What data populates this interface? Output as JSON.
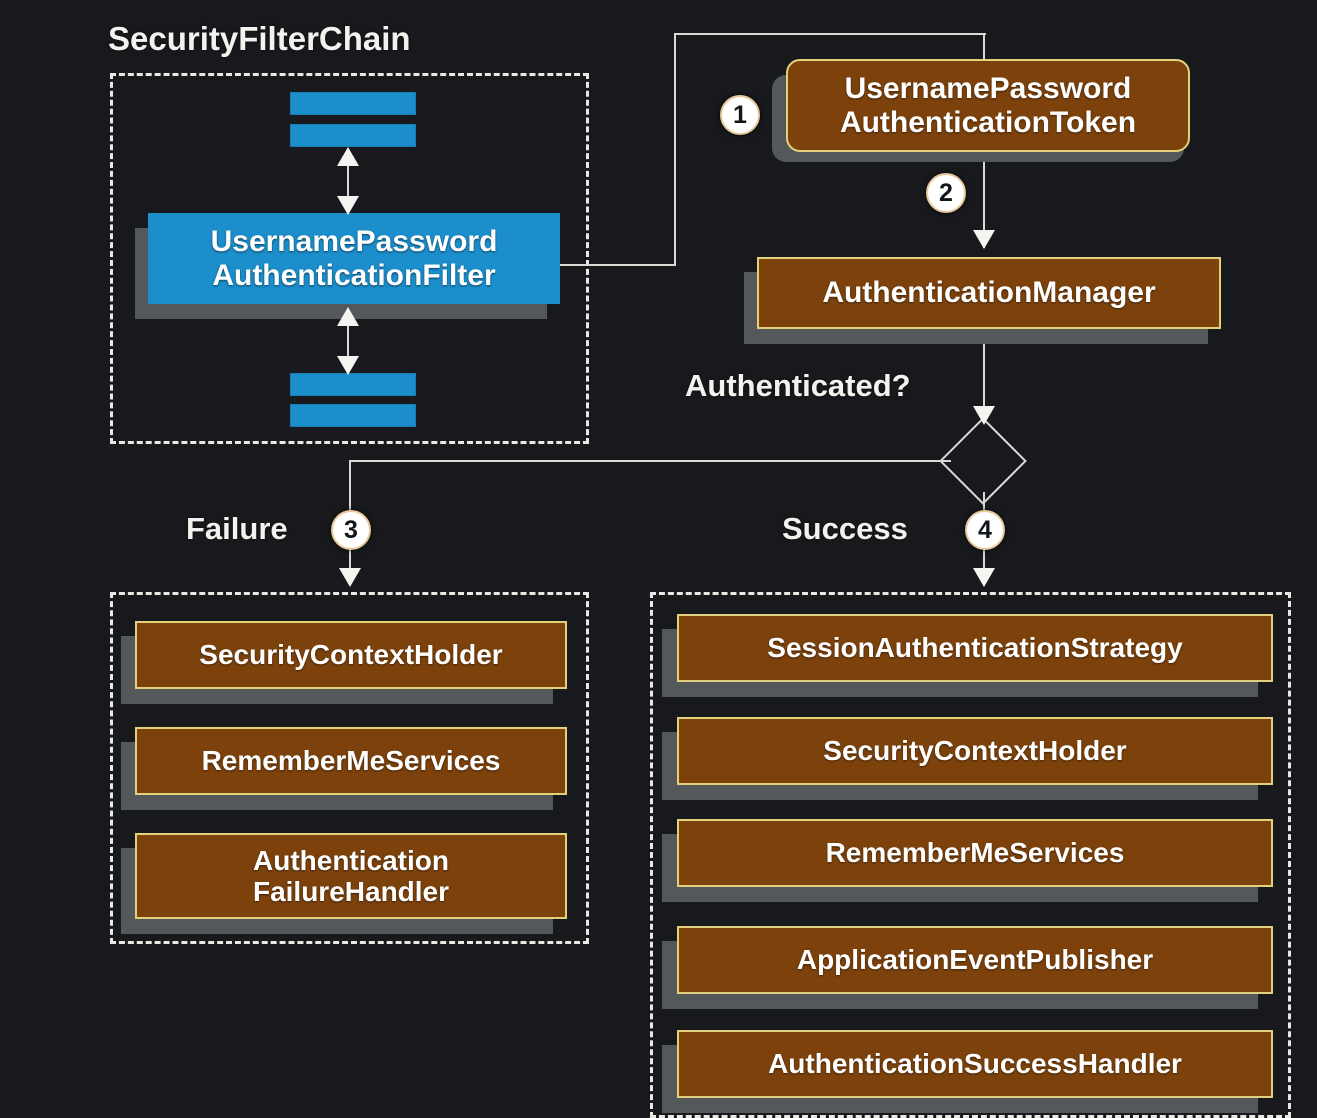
{
  "diagram": {
    "title": "Spring Security UsernamePasswordAuthenticationFilter flow",
    "background_color": "#17191c",
    "blue_color": "#1b8ecb",
    "brown_color": "#7d420c",
    "border_accent_color": "#e3d07a",
    "line_color": "#d9d9d6"
  },
  "filter_chain": {
    "label": "SecurityFilterChain",
    "filter_node": "UsernamePassword\nAuthenticationFilter",
    "filter_node_line1": "UsernamePassword",
    "filter_node_line2": "AuthenticationFilter"
  },
  "token": {
    "line1": "UsernamePassword",
    "line2": "AuthenticationToken"
  },
  "manager": {
    "label": "AuthenticationManager"
  },
  "decision": {
    "label": "Authenticated?"
  },
  "branches": {
    "failure_label": "Failure",
    "success_label": "Success"
  },
  "steps": {
    "one": "1",
    "two": "2",
    "three": "3",
    "four": "4"
  },
  "failure_group": {
    "items": [
      {
        "label": "SecurityContextHolder",
        "lines": [
          "SecurityContextHolder"
        ]
      },
      {
        "label": "RememberMeServices",
        "lines": [
          "RememberMeServices"
        ]
      },
      {
        "label": "Authentication FailureHandler",
        "lines": [
          "Authentication",
          "FailureHandler"
        ]
      }
    ]
  },
  "success_group": {
    "items": [
      {
        "label": "SessionAuthenticationStrategy"
      },
      {
        "label": "SecurityContextHolder"
      },
      {
        "label": "RememberMeServices"
      },
      {
        "label": "ApplicationEventPublisher"
      },
      {
        "label": "AuthenticationSuccessHandler"
      }
    ]
  }
}
